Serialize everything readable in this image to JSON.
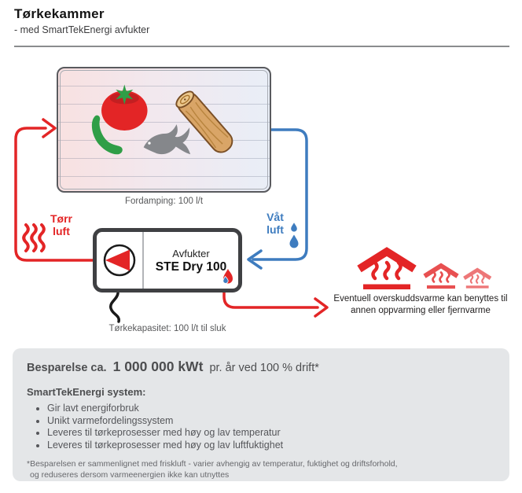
{
  "header": {
    "title": "Tørkekammer",
    "subtitle": "- med SmartTekEnergi avfukter"
  },
  "diagram": {
    "evaporation_caption": "Fordamping: 100 l/t",
    "dry_air_label": "Tørr luft",
    "wet_air_label": "Våt luft",
    "device_name": "Avfukter",
    "device_model": "STE Dry 100",
    "capacity_caption": "Tørkekapasitet: 100 l/t til sluk",
    "surplus_note": "Eventuell overskuddsvarme kan benyttes til annen oppvarming eller fjernvarme"
  },
  "infobox": {
    "savings_prefix": "Besparelse ca.",
    "savings_value": "1 000 000 kWt",
    "savings_suffix": "pr. år ved 100 % drift*",
    "system_heading": "SmartTekEnergi system:",
    "bullets": [
      "Gir lavt energiforbruk",
      "Unikt varmefordelingssystem",
      "Leveres til tørkeprosesser med høy og lav temperatur",
      "Leveres til tørkeprosesser med høy og lav luftfuktighet"
    ],
    "footnote_lines": [
      "*Besparelsen er sammenlignet med friskluft - varier avhengig av temperatur, fuktighet og driftsforhold,",
      "og reduseres dersom varmeenergien ikke kan utnyttes"
    ]
  },
  "icons": {
    "dry_air": "heat-waves-icon",
    "wet_air": "water-droplets-icon",
    "device_fan": "pump-icon",
    "device_corner": "heatpump-flame-icon",
    "surplus": "heated-house-icon",
    "chamber_items": [
      "tomato-icon",
      "green-bean-icon",
      "fish-icon",
      "wood-log-icon"
    ]
  },
  "colors": {
    "red": "#e32526",
    "blue": "#3e7cbf",
    "panel_gray": "#e4e6e8",
    "device_border": "#3f4043"
  }
}
